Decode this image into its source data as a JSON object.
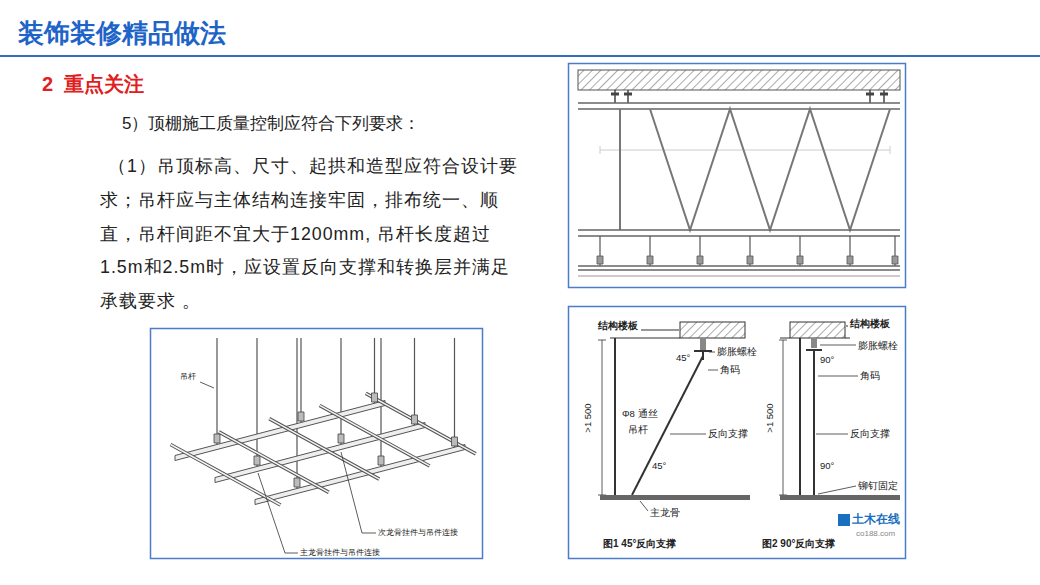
{
  "diagram": {
    "title": "装饰装修精品做法",
    "labels": [
      "2  重点关注",
      "5）顶棚施工质量控制应符合下列要求：",
      "（1）吊顶标高、尺寸、起拱和造型应符合设计要求；吊杆应与主体结构连接牢固，排布统一、顺直，吊杆间距不宜大于1200mm, 吊杆长度超过1.5m和2.5m时，应设置反向支撑和转换层并满足承载要求 。",
      "吊杆",
      "次龙骨挂件与吊件连接",
      "主龙骨挂件与吊件连接",
      "结构楼板",
      "膨胀螺栓",
      "45°",
      "角码",
      ">1 500",
      "Φ8 通丝",
      "吊杆",
      "反向支撑",
      "45°",
      "主龙骨",
      "图1 45°反向支撑",
      "结构楼板",
      "膨胀螺栓",
      "90°",
      "角码",
      ">1 500",
      "反向支撑",
      "90°",
      "铆钉固定",
      "图2 90°反向支撑",
      "土木在线",
      "co188.com"
    ]
  }
}
